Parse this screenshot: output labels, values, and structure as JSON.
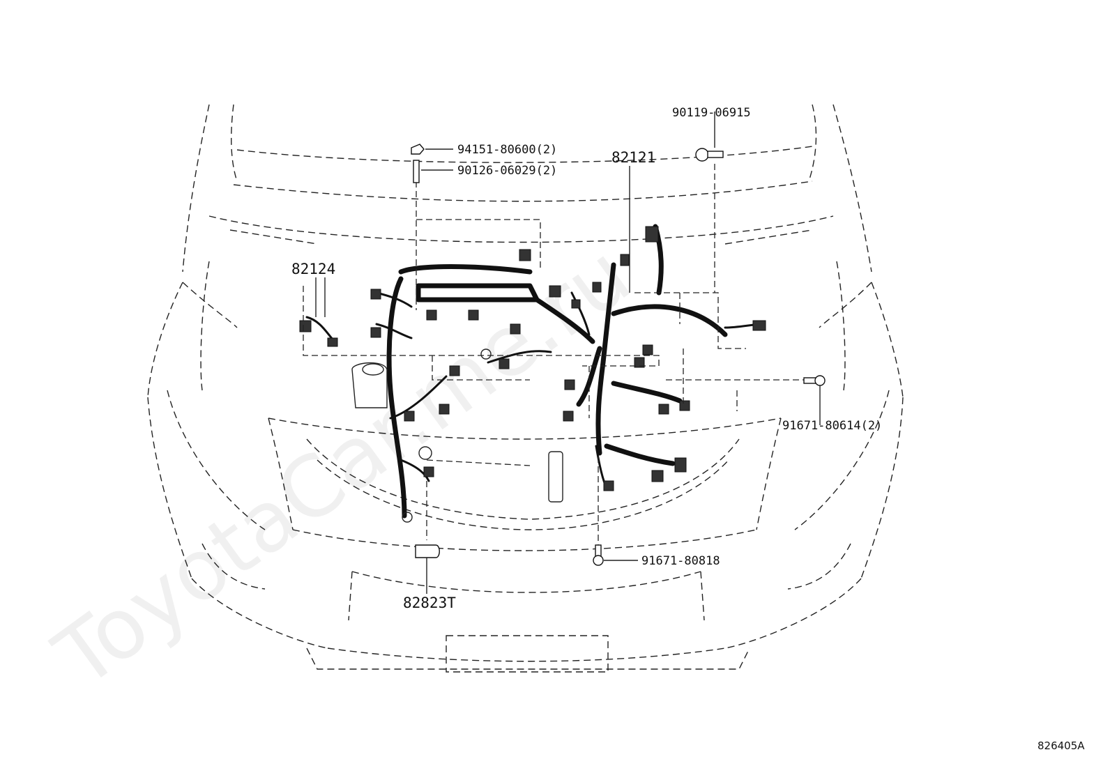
{
  "diagram": {
    "watermark": "ToyotaCar.me.ru",
    "drawing_code": "826405A",
    "part_labels": [
      {
        "id": "p90119",
        "text": "90119-06915"
      },
      {
        "id": "p94151",
        "text": "94151-80600(2)"
      },
      {
        "id": "p90126",
        "text": "90126-06029(2)"
      },
      {
        "id": "p82121",
        "text": "82121"
      },
      {
        "id": "p82124",
        "text": "82124"
      },
      {
        "id": "p91671a",
        "text": "91671-80614(2)"
      },
      {
        "id": "p91671b",
        "text": "91671-80818"
      },
      {
        "id": "p82823",
        "text": "82823T"
      }
    ]
  }
}
